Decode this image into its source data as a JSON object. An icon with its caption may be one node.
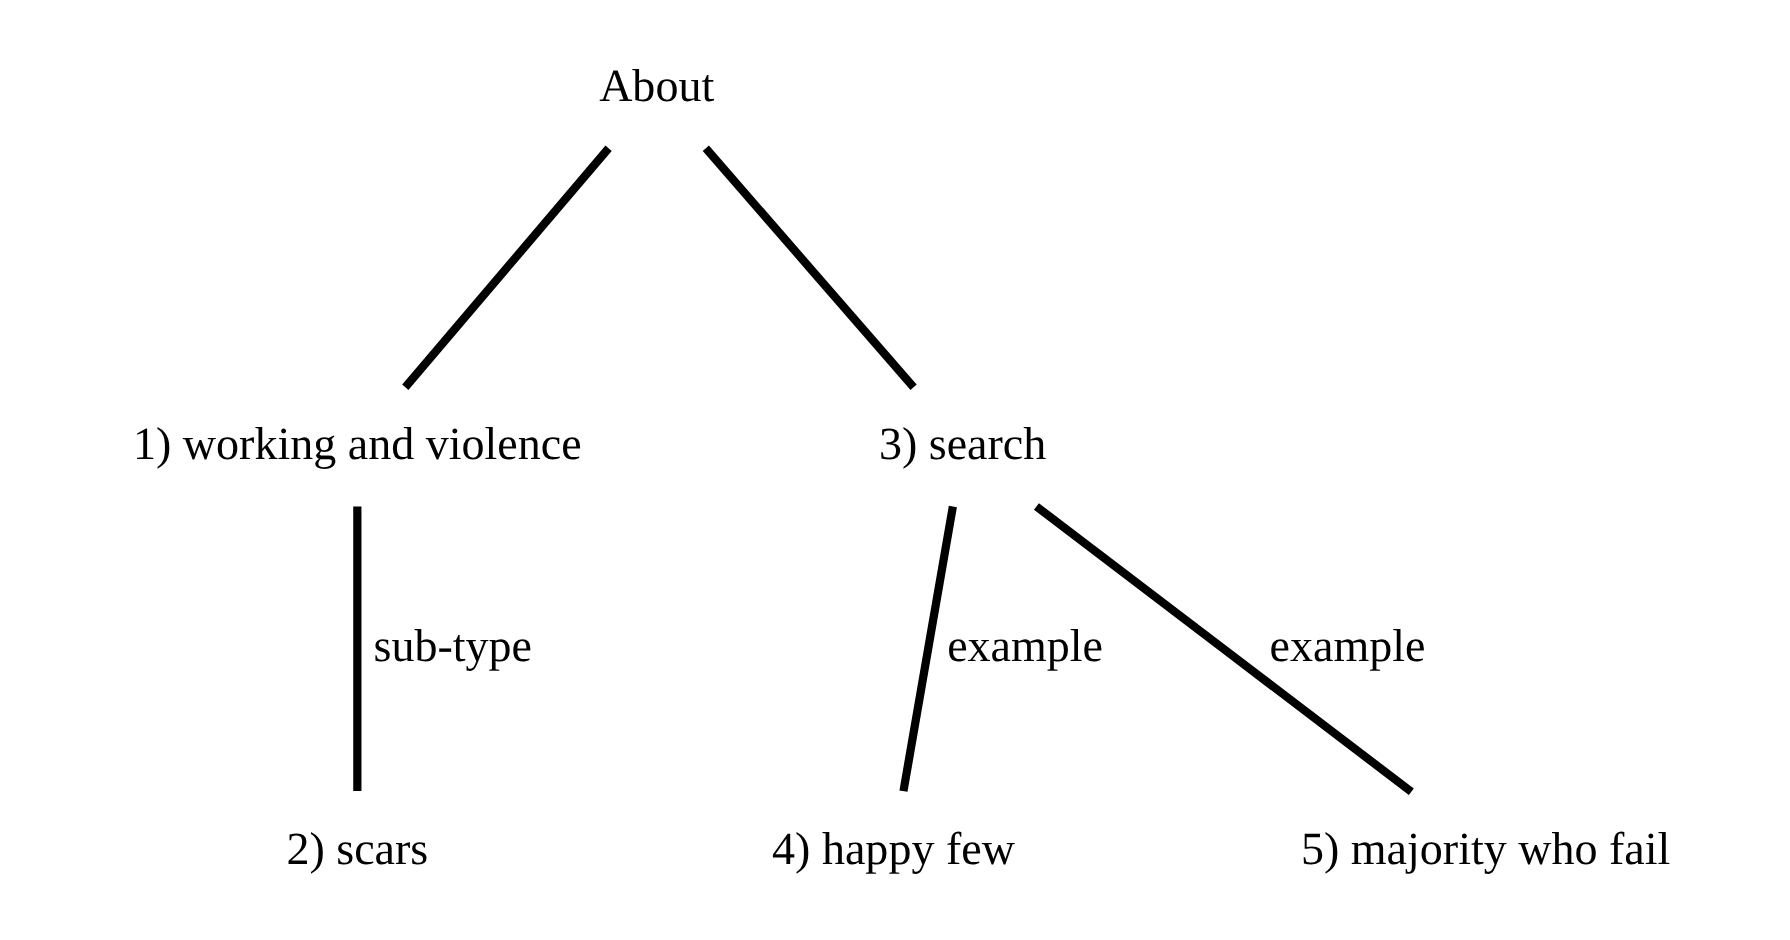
{
  "diagram": {
    "nodes": [
      {
        "text": [
          "About"
        ]
      },
      {
        "text": [
          "1) working and violence"
        ]
      },
      {
        "text": [
          "3) search"
        ]
      },
      {
        "text": [
          "2) scars"
        ]
      },
      {
        "text": [
          "4) happy few"
        ]
      },
      {
        "text": [
          "5) majority who fail"
        ]
      }
    ],
    "edges": [
      {
        "from": 0,
        "to": 1,
        "arrow": "none"
      },
      {
        "from": 0,
        "to": 2,
        "arrow": "none"
      },
      {
        "from": 1,
        "to": 3,
        "arrow": "none",
        "label": "sub-type"
      },
      {
        "from": 2,
        "to": 4,
        "arrow": "none",
        "label": "example"
      },
      {
        "from": 2,
        "to": 5,
        "arrow": "none",
        "label": "example"
      }
    ]
  }
}
